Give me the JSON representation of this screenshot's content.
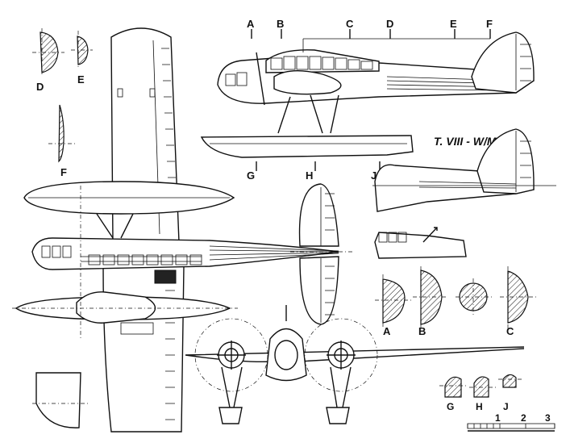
{
  "title": "T. VIII - W/M",
  "station_labels_top": [
    "A",
    "B",
    "C",
    "D",
    "E",
    "F"
  ],
  "station_labels_bottom": [
    "G",
    "H",
    "J"
  ],
  "section_labels_left": [
    "D",
    "E",
    "F"
  ],
  "section_labels_right": [
    "A",
    "B",
    "C"
  ],
  "section_labels_floats": [
    "G",
    "H",
    "J"
  ],
  "scale": {
    "ticks": [
      "1",
      "2",
      "3"
    ]
  }
}
